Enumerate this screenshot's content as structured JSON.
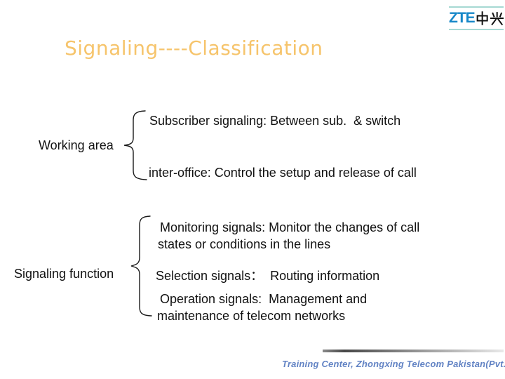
{
  "logo": {
    "latin": "ZTE",
    "chinese": "中兴",
    "latin_color": "#1687C8",
    "line_color": "#A6D9D3"
  },
  "title": {
    "text": "Signaling----Classification",
    "color": "#F6C46B"
  },
  "diagram": {
    "groups": [
      {
        "label": "Working area",
        "branches": [
          {
            "lines": [
              "Subscriber signaling: Between sub.  & switch"
            ]
          },
          {
            "lines": [
              "inter-office: Control the setup and release of call"
            ]
          }
        ]
      },
      {
        "label": "Signaling function",
        "branches": [
          {
            "lines": [
              "Monitoring signals: Monitor the changes of call",
              "states or conditions in the lines"
            ]
          },
          {
            "lines": [
              "Selection signals：  Routing information"
            ]
          },
          {
            "lines": [
              "Operation signals:  Management and",
              "maintenance of telecom networks"
            ]
          }
        ]
      }
    ]
  },
  "footer": {
    "text": "Training Center, Zhongxing Telecom Pakistan(Pvt.)Ltd",
    "color": "#6283C4"
  }
}
